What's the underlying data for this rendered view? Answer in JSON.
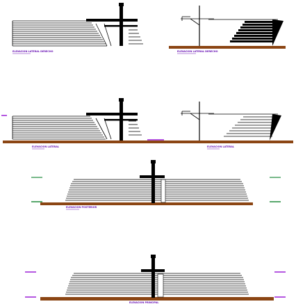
{
  "sheet": {
    "background": "#ffffff",
    "colors": {
      "line": "#000000",
      "ground": "#8b4513",
      "label": "#6b16b5",
      "marker_purple": "#9b1fd6",
      "marker_green": "#1f8a3b"
    }
  },
  "views": [
    {
      "id": "left-side-right",
      "label": "ELEVACION LATERAL DERECHO"
    },
    {
      "id": "right-side-right",
      "label": "ELEVACION LATERAL DERECHO"
    },
    {
      "id": "left-side",
      "label": "ELEVACION LATERAL"
    },
    {
      "id": "right-side",
      "label": "ELEVACION LATERAL"
    },
    {
      "id": "rear",
      "label": "ELEVACION POSTERIOR"
    },
    {
      "id": "front",
      "label": "ELEVACION PRINCIPAL"
    }
  ]
}
